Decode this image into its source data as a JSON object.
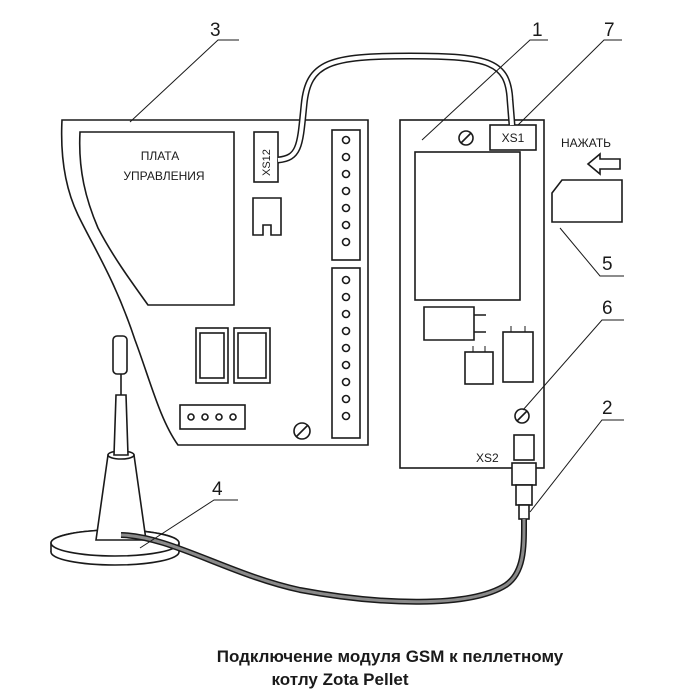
{
  "diagram": {
    "caption_line1": "Подключение модуля GSM к пеллетному",
    "caption_line2": "котлу  Zota Pellet",
    "board_label_line1": "ПЛАТА",
    "board_label_line2": "УПРАВЛЕНИЯ",
    "press_label": "НАЖАТЬ",
    "connectors": {
      "xs12": "XS12",
      "xs1": "XS1",
      "xs2": "XS2"
    },
    "callouts": {
      "c1": "1",
      "c2": "2",
      "c3": "3",
      "c4": "4",
      "c5": "5",
      "c6": "6",
      "c7": "7"
    }
  }
}
